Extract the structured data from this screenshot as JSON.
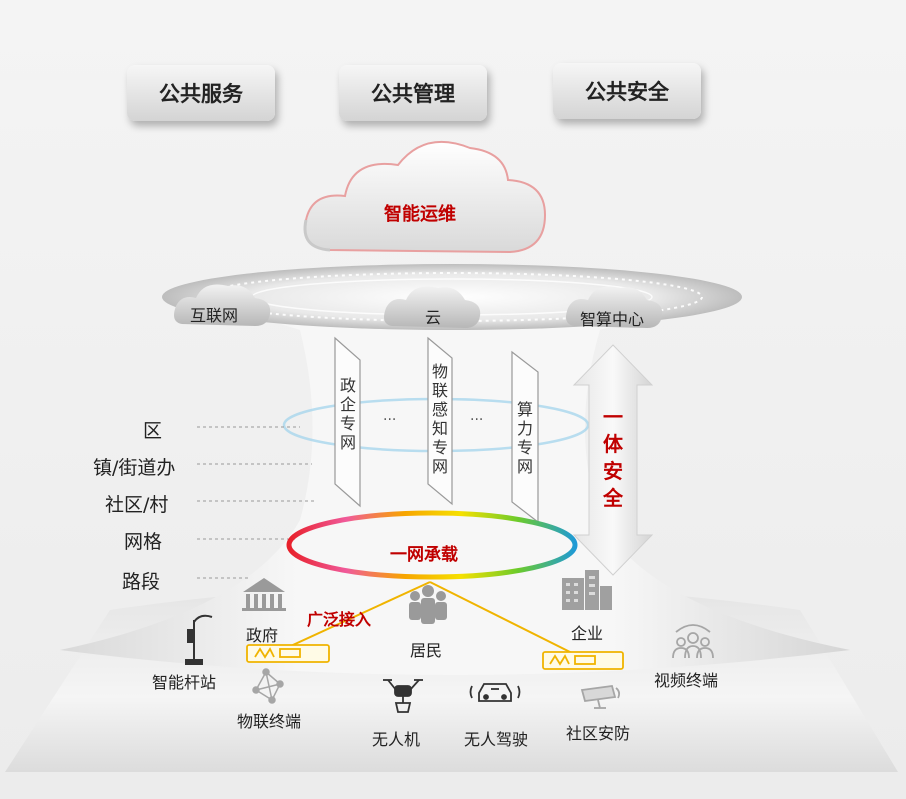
{
  "top_services": [
    "公共服务",
    "公共管理",
    "公共安全"
  ],
  "cloud_main": "智能运维",
  "clouds": [
    "互联网",
    "云",
    "智算中心"
  ],
  "channels": [
    "政企专网",
    "物联感知专网",
    "算力专网"
  ],
  "ellipsis": "···",
  "security": "一体安全",
  "levels": [
    "区",
    "镇/街道办",
    "社区/村",
    "网格",
    "路段"
  ],
  "ring_label": "一网承载",
  "access_label": "广泛接入",
  "endpoints": {
    "gov": "政府",
    "resident": "居民",
    "enterprise": "企业",
    "pole": "智能杆站",
    "iot": "物联终端",
    "drone": "无人机",
    "autodrive": "无人驾驶",
    "camera": "社区安防",
    "video": "视频终端"
  },
  "colors": {
    "accent_red": "#c00000",
    "access_line": "#f0b400",
    "ring_gradient": [
      "#e8202a",
      "#f7a400",
      "#f6e000",
      "#6ccb2b",
      "#1f9ad6"
    ]
  }
}
